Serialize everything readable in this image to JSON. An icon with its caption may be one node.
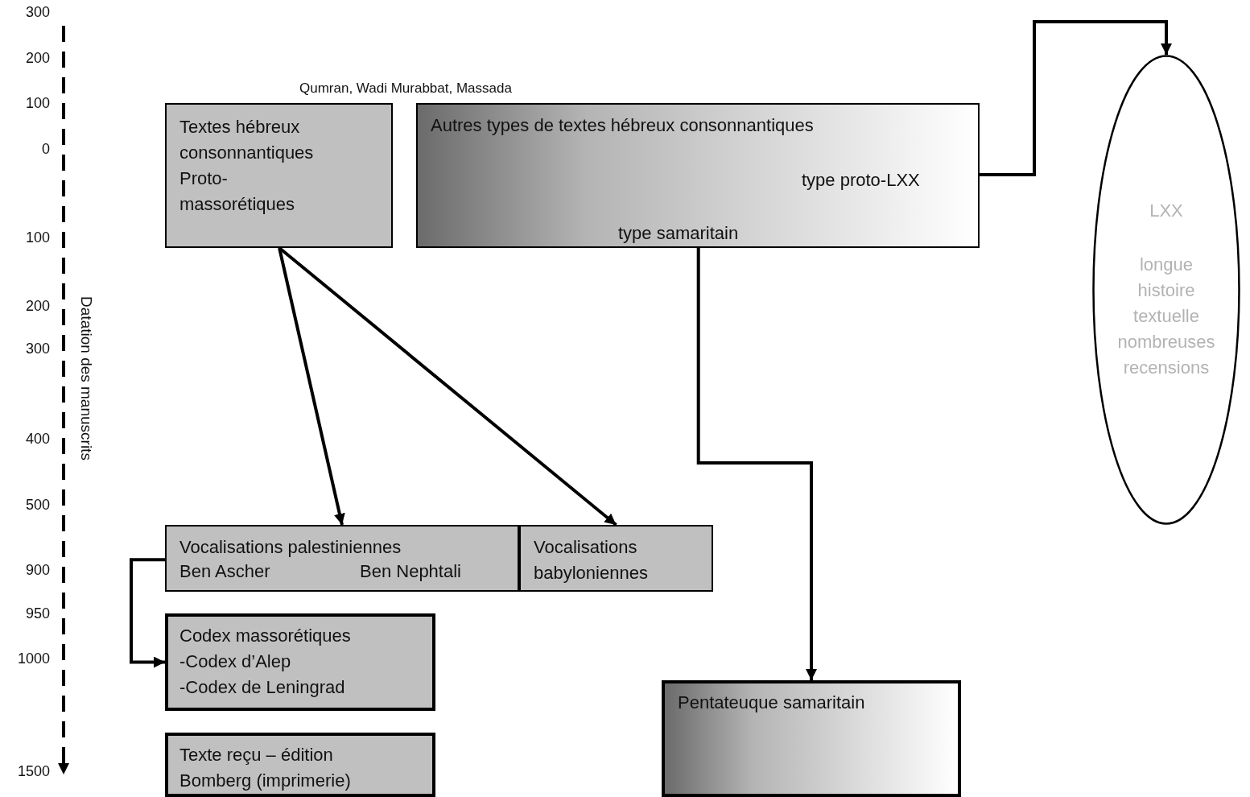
{
  "diagram": {
    "nodes": [
      {
        "text": [
          "Textes hébreux consonnantiques",
          "Proto-massorétiques"
        ]
      },
      {
        "text": [
          "Autres types de textes hébreux consonnantiques",
          "type proto-LXX",
          "type samaritain"
        ]
      },
      {
        "text": [
          "LXX",
          "longue histoire textuelle nombreuses recensions"
        ]
      },
      {
        "text": [
          "Vocalisations palestiniennes",
          "Ben Ascher",
          "Ben Nephtali"
        ]
      },
      {
        "text": [
          "Vocalisations babyloniennes"
        ]
      },
      {
        "text": [
          "Codex massorétiques",
          "-Codex d’Alep",
          "-Codex de Leningrad"
        ]
      },
      {
        "text": [
          "Texte reçu – édition Bomberg (imprimerie)"
        ]
      },
      {
        "text": [
          "Pentateuque samaritain"
        ]
      }
    ],
    "edges": [
      {
        "from": 0,
        "to": 3,
        "arrow": "to"
      },
      {
        "from": 0,
        "to": 4,
        "arrow": "to"
      },
      {
        "from": 1,
        "to": 2,
        "arrow": "to"
      },
      {
        "from": 1,
        "to": 7,
        "arrow": "to"
      },
      {
        "from": 3,
        "to": 5,
        "arrow": "to"
      }
    ],
    "labels": [
      "300",
      "200",
      "100",
      "0",
      "100",
      "200",
      "300",
      "400",
      "500",
      "900",
      "950",
      "1000",
      "1500",
      "Datation des manuscrits",
      "Qumran, Wadi Murabbat, Massada"
    ]
  }
}
